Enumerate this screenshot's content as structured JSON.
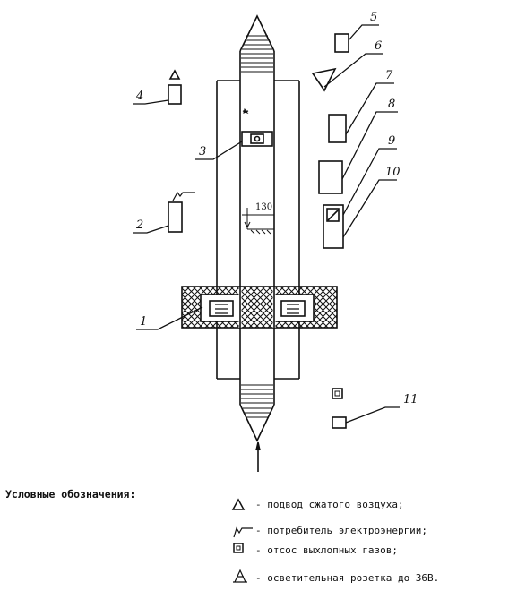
{
  "callouts": {
    "n1": "1",
    "n2": "2",
    "n3": "3",
    "n4": "4",
    "n5": "5",
    "n6": "6",
    "n7": "7",
    "n8": "8",
    "n9": "9",
    "n10": "10",
    "n11": "11"
  },
  "dimension_label": "130",
  "legend": {
    "title": "Условные обозначения:",
    "items": [
      {
        "icon": "triangle-icon",
        "text": "- подвод сжатого воздуха;"
      },
      {
        "icon": "power-consumer-icon",
        "text": "- потребитель электроэнергии;"
      },
      {
        "icon": "exhaust-icon",
        "text": "- отсос выхлопных газов;"
      },
      {
        "icon": "socket-icon",
        "text": "- осветительная розетка до 36В."
      }
    ]
  }
}
